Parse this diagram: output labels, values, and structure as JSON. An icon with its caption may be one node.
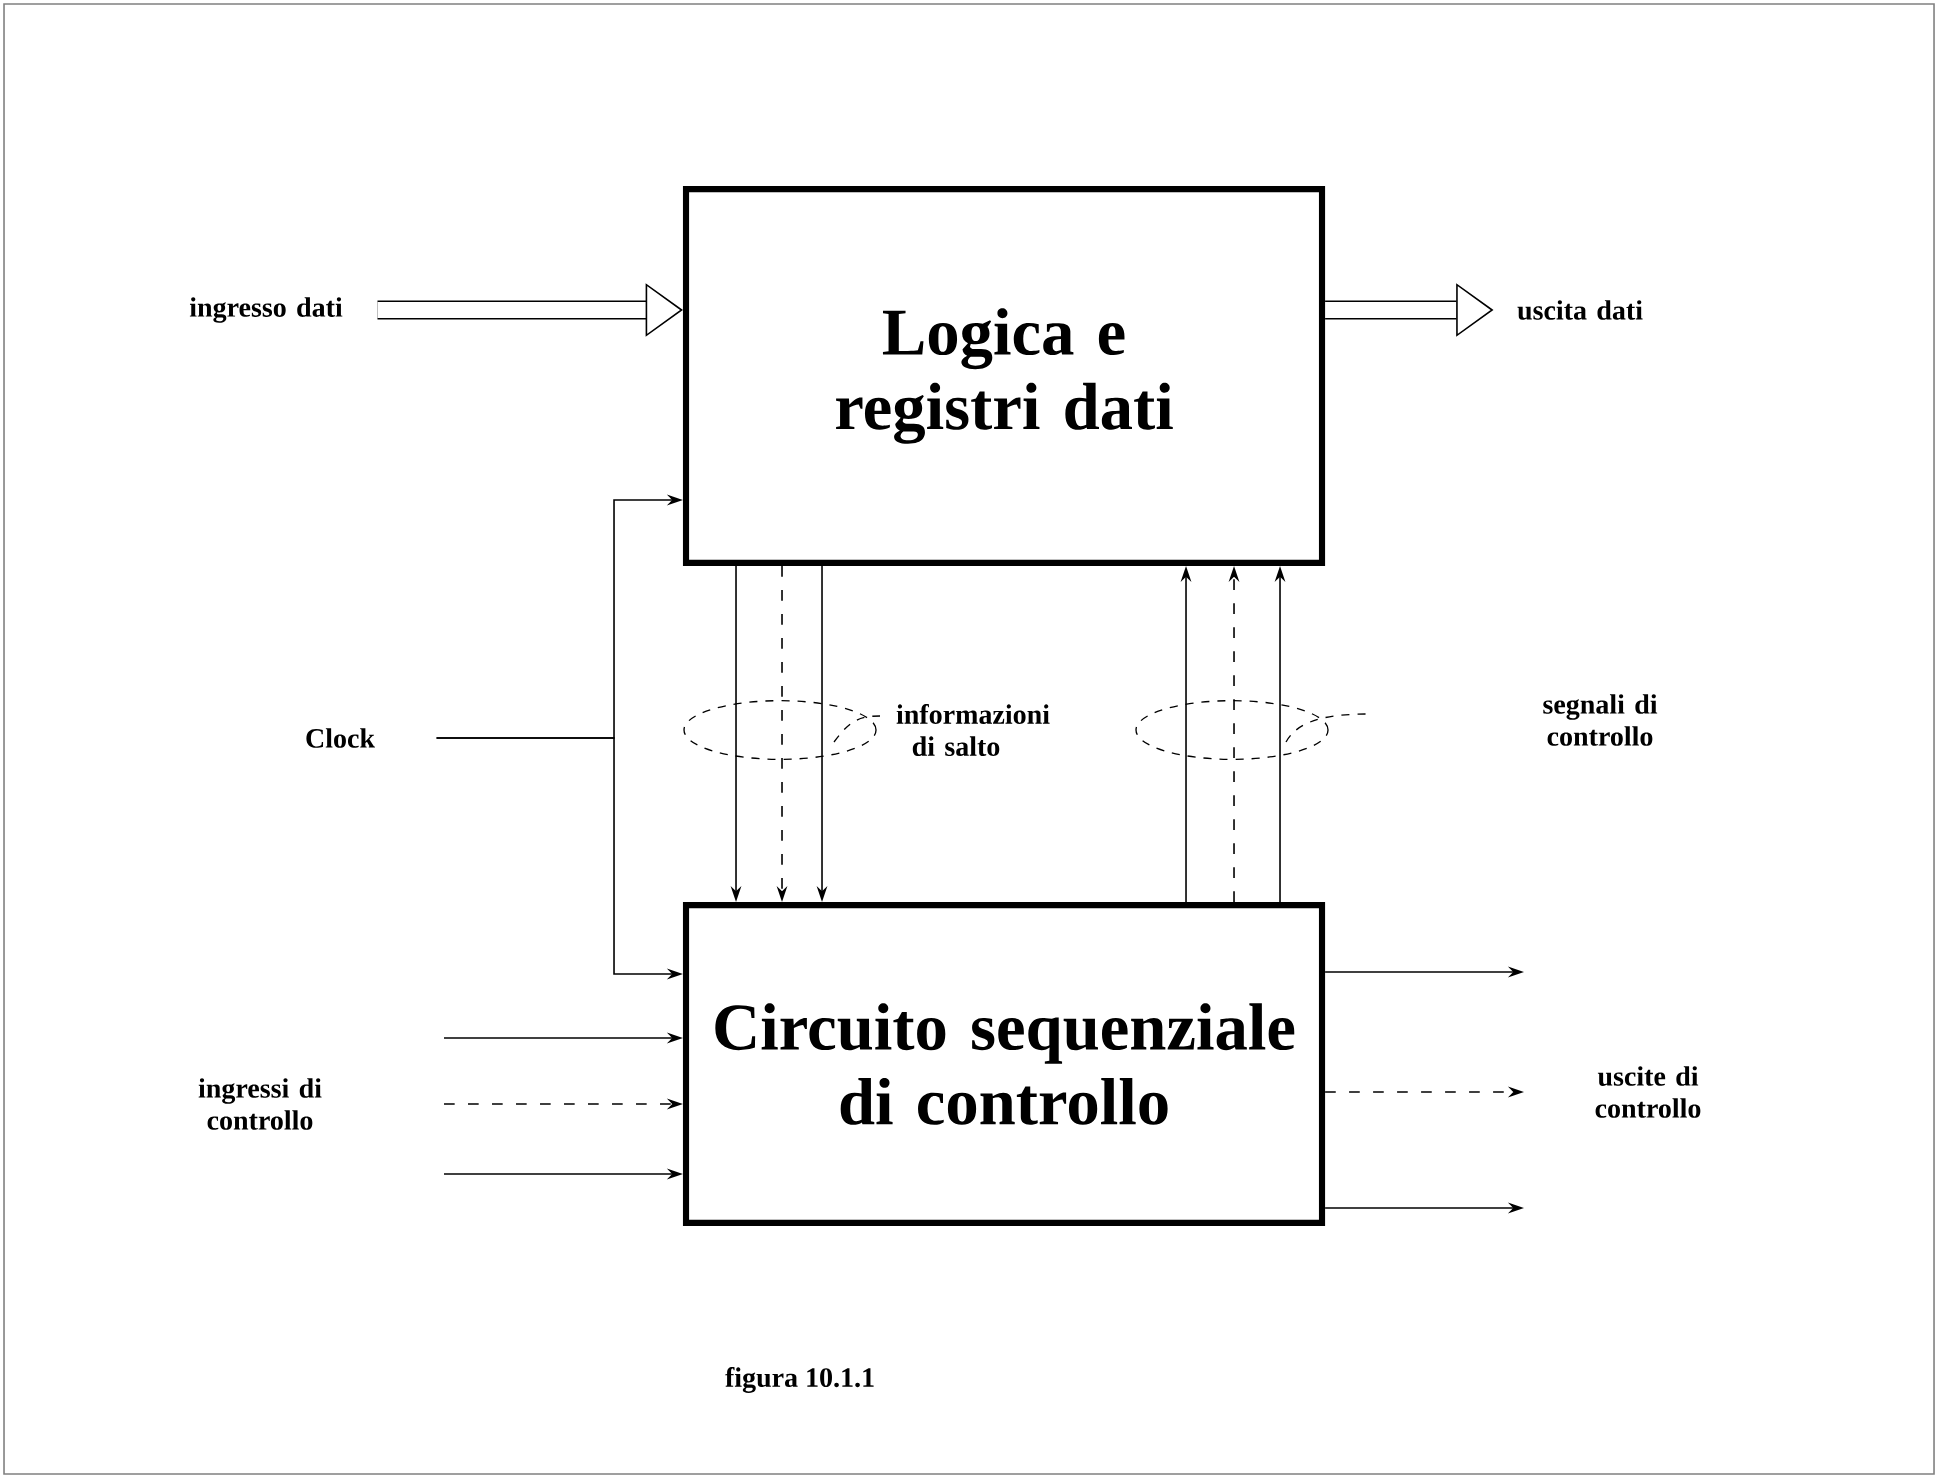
{
  "diagram": {
    "caption": "figura 10.1.1",
    "nodes": [
      {
        "text": [
          "Logica e registri dati"
        ]
      },
      {
        "text": [
          "Circuito sequenziale di controllo"
        ]
      },
      {
        "text": [
          "ingresso dati"
        ]
      },
      {
        "text": [
          "uscita dati"
        ]
      },
      {
        "text": [
          "Clock"
        ]
      }
    ],
    "edges": [
      {
        "from": 2,
        "to": 0,
        "arrow": "to",
        "style": "thick"
      },
      {
        "from": 0,
        "to": 3,
        "arrow": "to",
        "style": "thick"
      },
      {
        "from": 4,
        "to": 0,
        "arrow": "to"
      },
      {
        "from": 4,
        "to": 1,
        "arrow": "to"
      },
      {
        "from": 0,
        "to": 1,
        "arrow": "to"
      },
      {
        "from": 0,
        "to": 1,
        "arrow": "to",
        "style": "dashed"
      },
      {
        "from": 0,
        "to": 1,
        "arrow": "to"
      },
      {
        "from": 1,
        "to": 0,
        "arrow": "to"
      },
      {
        "from": 1,
        "to": 0,
        "arrow": "to",
        "style": "dashed"
      },
      {
        "from": 1,
        "to": 0,
        "arrow": "to"
      },
      {
        "from": null,
        "to": 1,
        "arrow": "to"
      },
      {
        "from": null,
        "to": 1,
        "arrow": "to",
        "style": "dashed"
      },
      {
        "from": null,
        "to": 1,
        "arrow": "to"
      },
      {
        "from": 1,
        "to": null,
        "arrow": "to"
      },
      {
        "from": 1,
        "to": null,
        "arrow": "to",
        "style": "dashed"
      },
      {
        "from": 1,
        "to": null,
        "arrow": "to"
      }
    ],
    "labels": [
      "informazioni di salto",
      "segnali di controllo",
      "ingressi di controllo",
      "uscite di controllo"
    ]
  }
}
